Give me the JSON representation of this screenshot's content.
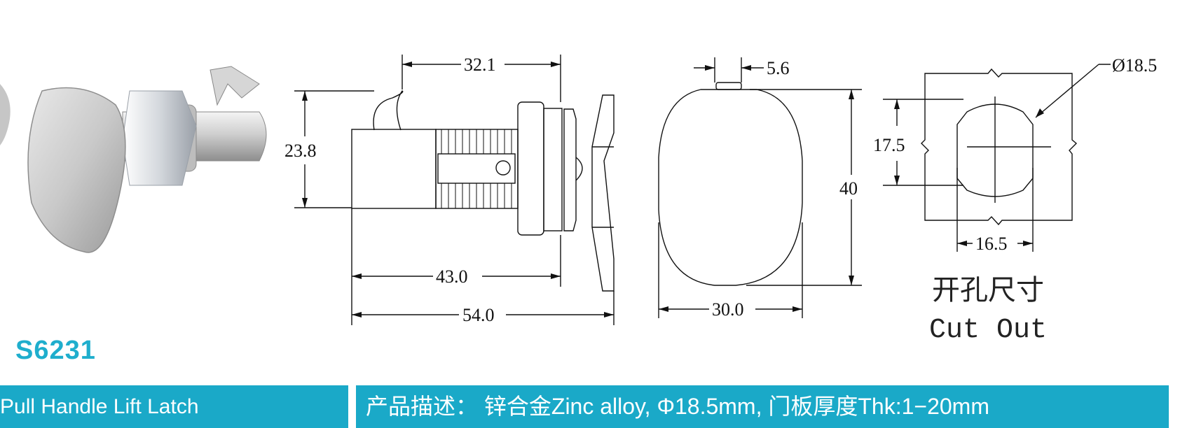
{
  "dimensions": {
    "top_length": "32.1",
    "height_left": "23.8",
    "length_43": "43.0",
    "length_54": "54.0",
    "knob_width_small": "5.6",
    "knob_height": "40",
    "knob_width": "30.0",
    "cutout_diameter": "Ø18.5",
    "cutout_flat": "17.5",
    "cutout_width": "16.5"
  },
  "cutout_label_cn": "开孔尺寸",
  "cutout_label_en": "Cut Out",
  "model": "S6231",
  "product_name": "Pull Handle Lift Latch",
  "description": "产品描述： 锌合金Zinc alloy, Φ18.5mm, 门板厚度Thk:1−20mm",
  "colors": {
    "accent": "#1aa9c8"
  }
}
